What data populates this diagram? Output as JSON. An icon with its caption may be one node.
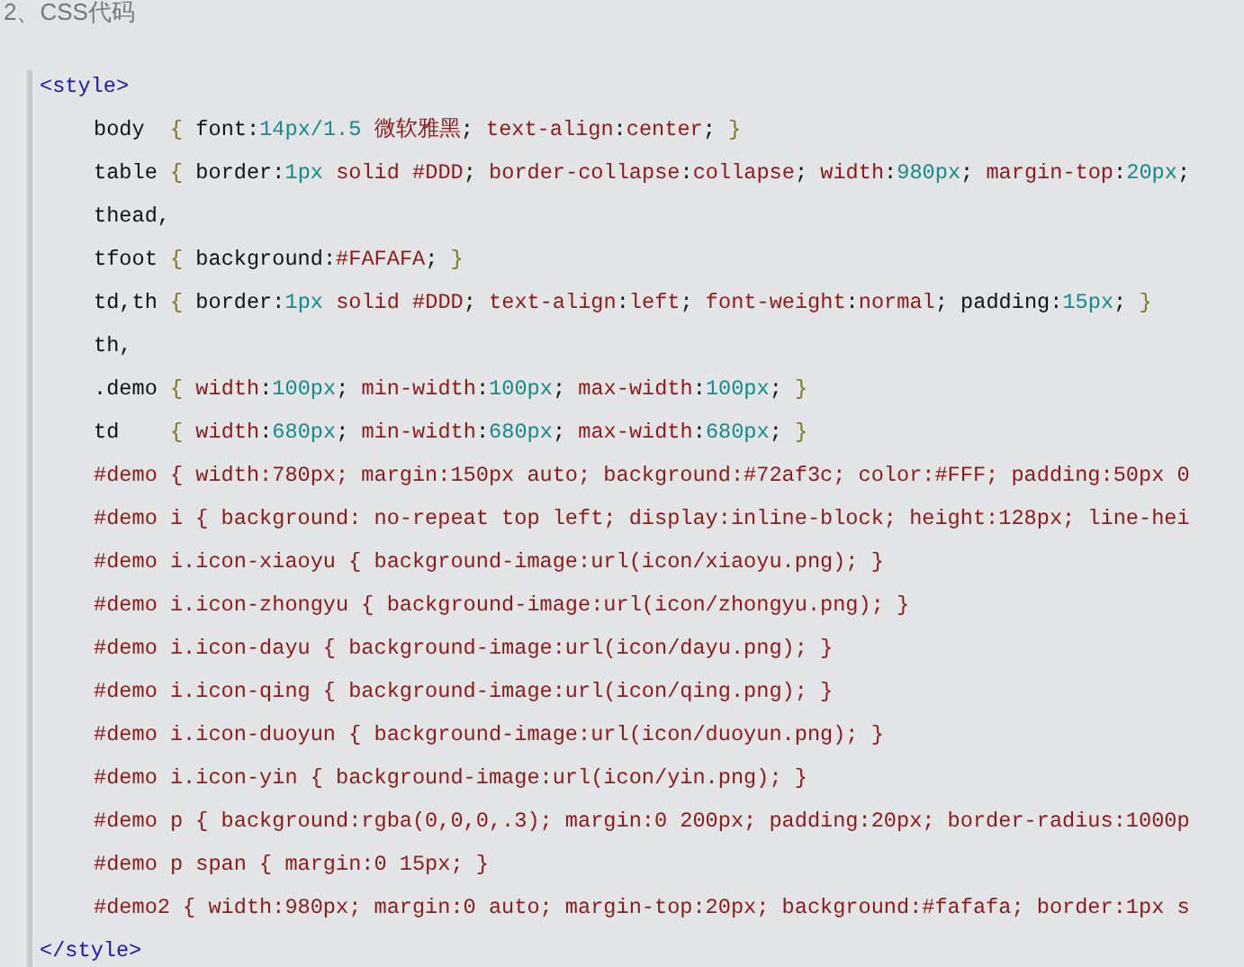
{
  "diagram": {
    "title": "2、CSS代码",
    "labels": [
      "<style>",
      "body  { font:14px/1.5 微软雅黑; text-align:center; }",
      "table { border:1px solid #DDD; border-collapse:collapse; width:980px; margin-top:20px;",
      "thead,",
      "tfoot { background:#FAFAFA; }",
      "td,th { border:1px solid #DDD; text-align:left; font-weight:normal; padding:15px; }",
      "th,",
      ".demo { width:100px; min-width:100px; max-width:100px; }",
      "td    { width:680px; min-width:680px; max-width:680px; }",
      "#demo { width:780px; margin:150px auto; background:#72af3c; color:#FFF; padding:50px 0",
      "#demo i { background: no-repeat top left; display:inline-block; height:128px; line-hei",
      "#demo i.icon-xiaoyu { background-image:url(icon/xiaoyu.png); }",
      "#demo i.icon-zhongyu { background-image:url(icon/zhongyu.png); }",
      "#demo i.icon-dayu { background-image:url(icon/dayu.png); }",
      "#demo i.icon-qing { background-image:url(icon/qing.png); }",
      "#demo i.icon-duoyun { background-image:url(icon/duoyun.png); }",
      "#demo i.icon-yin { background-image:url(icon/yin.png); }",
      "#demo p { background:rgba(0,0,0,.3); margin:0 200px; padding:20px; border-radius:1000p",
      "#demo p span { margin:0 15px; }",
      "#demo2 { width:980px; margin:0 auto; margin-top:20px; background:#fafafa; border:1px s",
      "</style>"
    ]
  }
}
